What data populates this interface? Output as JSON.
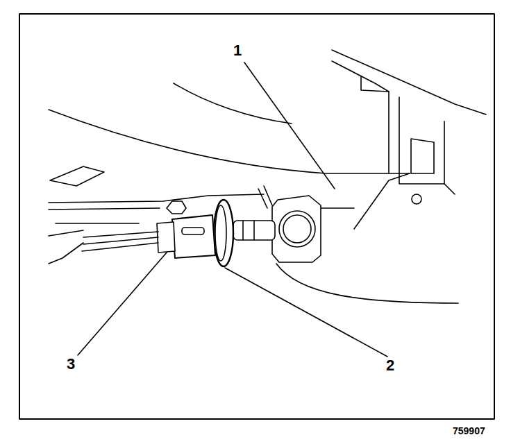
{
  "diagram": {
    "labels": [
      "1",
      "2",
      "3",
      "759907"
    ]
  }
}
